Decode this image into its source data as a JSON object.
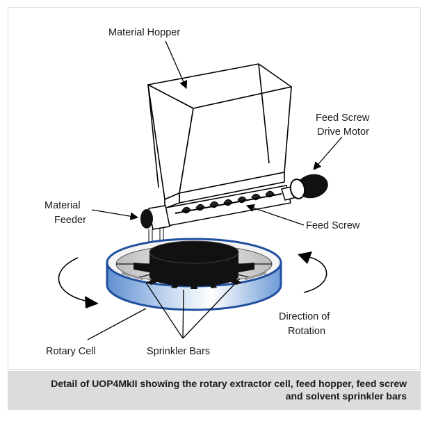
{
  "labels": {
    "material_hopper": "Material Hopper",
    "drive_motor_line1": "Feed Screw",
    "drive_motor_line2": "Drive Motor",
    "material_feeder_line1": "Material",
    "material_feeder_line2": "Feeder",
    "feed_screw": "Feed Screw",
    "direction_line1": "Direction of",
    "direction_line2": "Rotation",
    "rotary_cell": "Rotary Cell",
    "sprinkler_bars": "Sprinkler Bars"
  },
  "caption": {
    "line1": "Detail of UOP4MkII showing the rotary extractor cell, feed hopper, feed screw",
    "line2": "and solvent sprinkler bars"
  },
  "colors": {
    "cell_blue": "#2f63b5",
    "cell_light": "#8ab0df",
    "caption_bg": "#dcdcdc"
  }
}
